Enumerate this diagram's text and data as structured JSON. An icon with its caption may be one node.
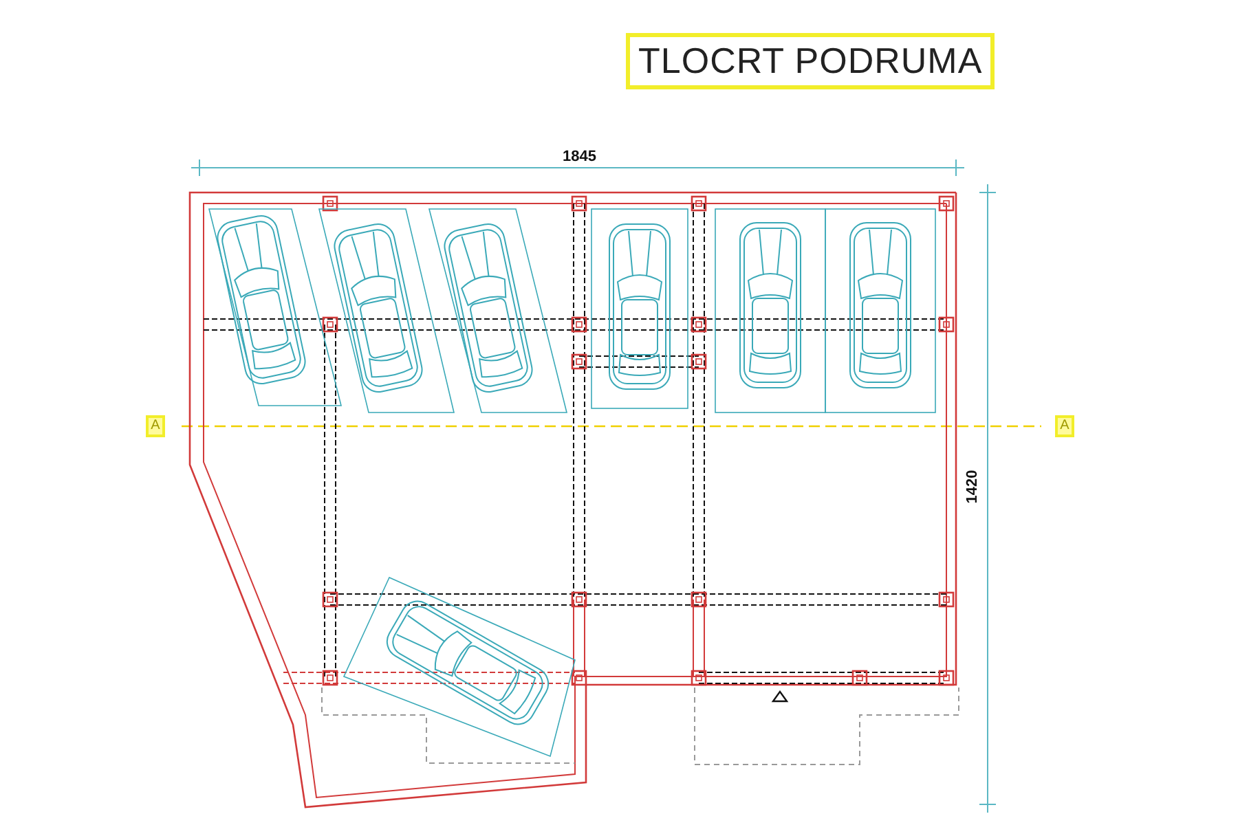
{
  "diagram": {
    "title": "TLOCRT PODRUMA",
    "labels": [
      "1845",
      "A",
      "A",
      "1420"
    ]
  }
}
